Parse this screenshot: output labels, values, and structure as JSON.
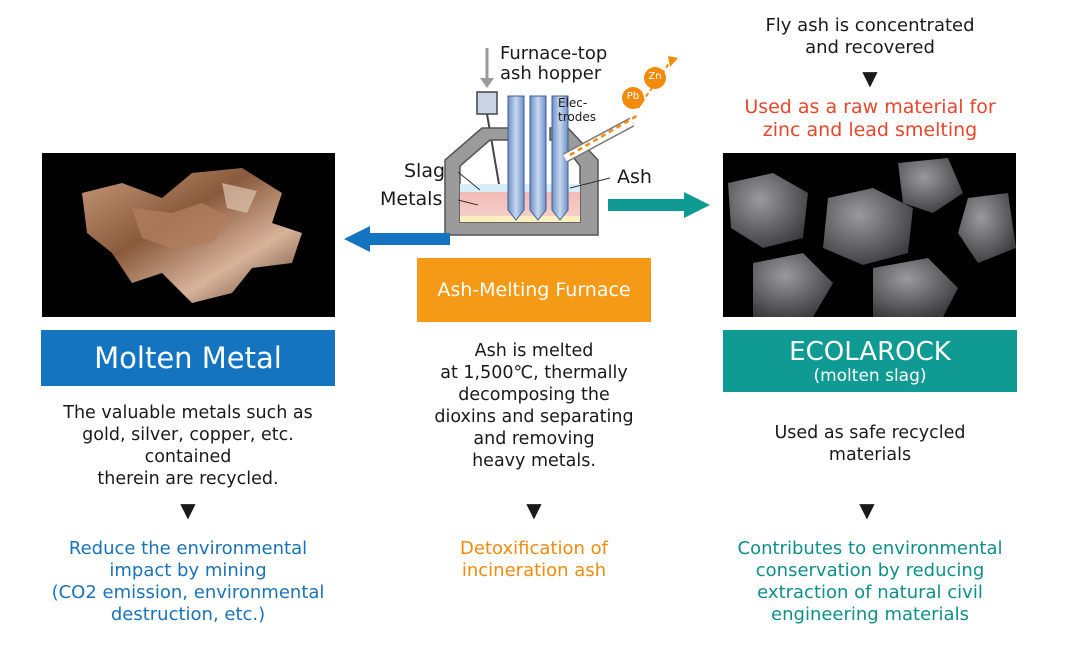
{
  "diagram": {
    "top_right": {
      "line1": "Fly ash is concentrated",
      "line2": "and recovered",
      "use_line1": "Used as a raw material for",
      "use_line2": "zinc and lead smelting"
    },
    "furnace_labels": {
      "hopper_line1": "Furnace-top",
      "hopper_line2": "ash hopper",
      "electrodes_line1": "Elec-",
      "electrodes_line2": "trodes",
      "slag": "Slag",
      "metals": "Metals",
      "ash": "Ash",
      "pb": "Pb",
      "zn": "Zn"
    },
    "center": {
      "title": "Ash-Melting Furnace",
      "desc": [
        "Ash is melted",
        "at 1,500℃, thermally",
        "decomposing the",
        "dioxins and separating",
        "and removing",
        "heavy metals."
      ],
      "result": [
        "Detoxification of",
        "incineration ash"
      ]
    },
    "left": {
      "title": "Molten Metal",
      "desc": [
        "The valuable metals such as",
        "gold, silver, copper, etc.",
        "contained",
        "therein are recycled."
      ],
      "result": [
        "Reduce the environmental",
        "impact by mining",
        "(CO2 emission, environmental",
        "destruction, etc.)"
      ]
    },
    "right": {
      "title": "ECOLAROCK",
      "subtitle": "(molten slag)",
      "desc": [
        "Used as safe recycled",
        "materials"
      ],
      "result": [
        "Contributes to environmental",
        "conservation by reducing",
        "extraction of natural civil",
        "engineering materials"
      ]
    },
    "colors": {
      "blue": "#1574c0",
      "teal": "#109a94",
      "orange": "#f59a16",
      "red": "#e8462a"
    }
  }
}
